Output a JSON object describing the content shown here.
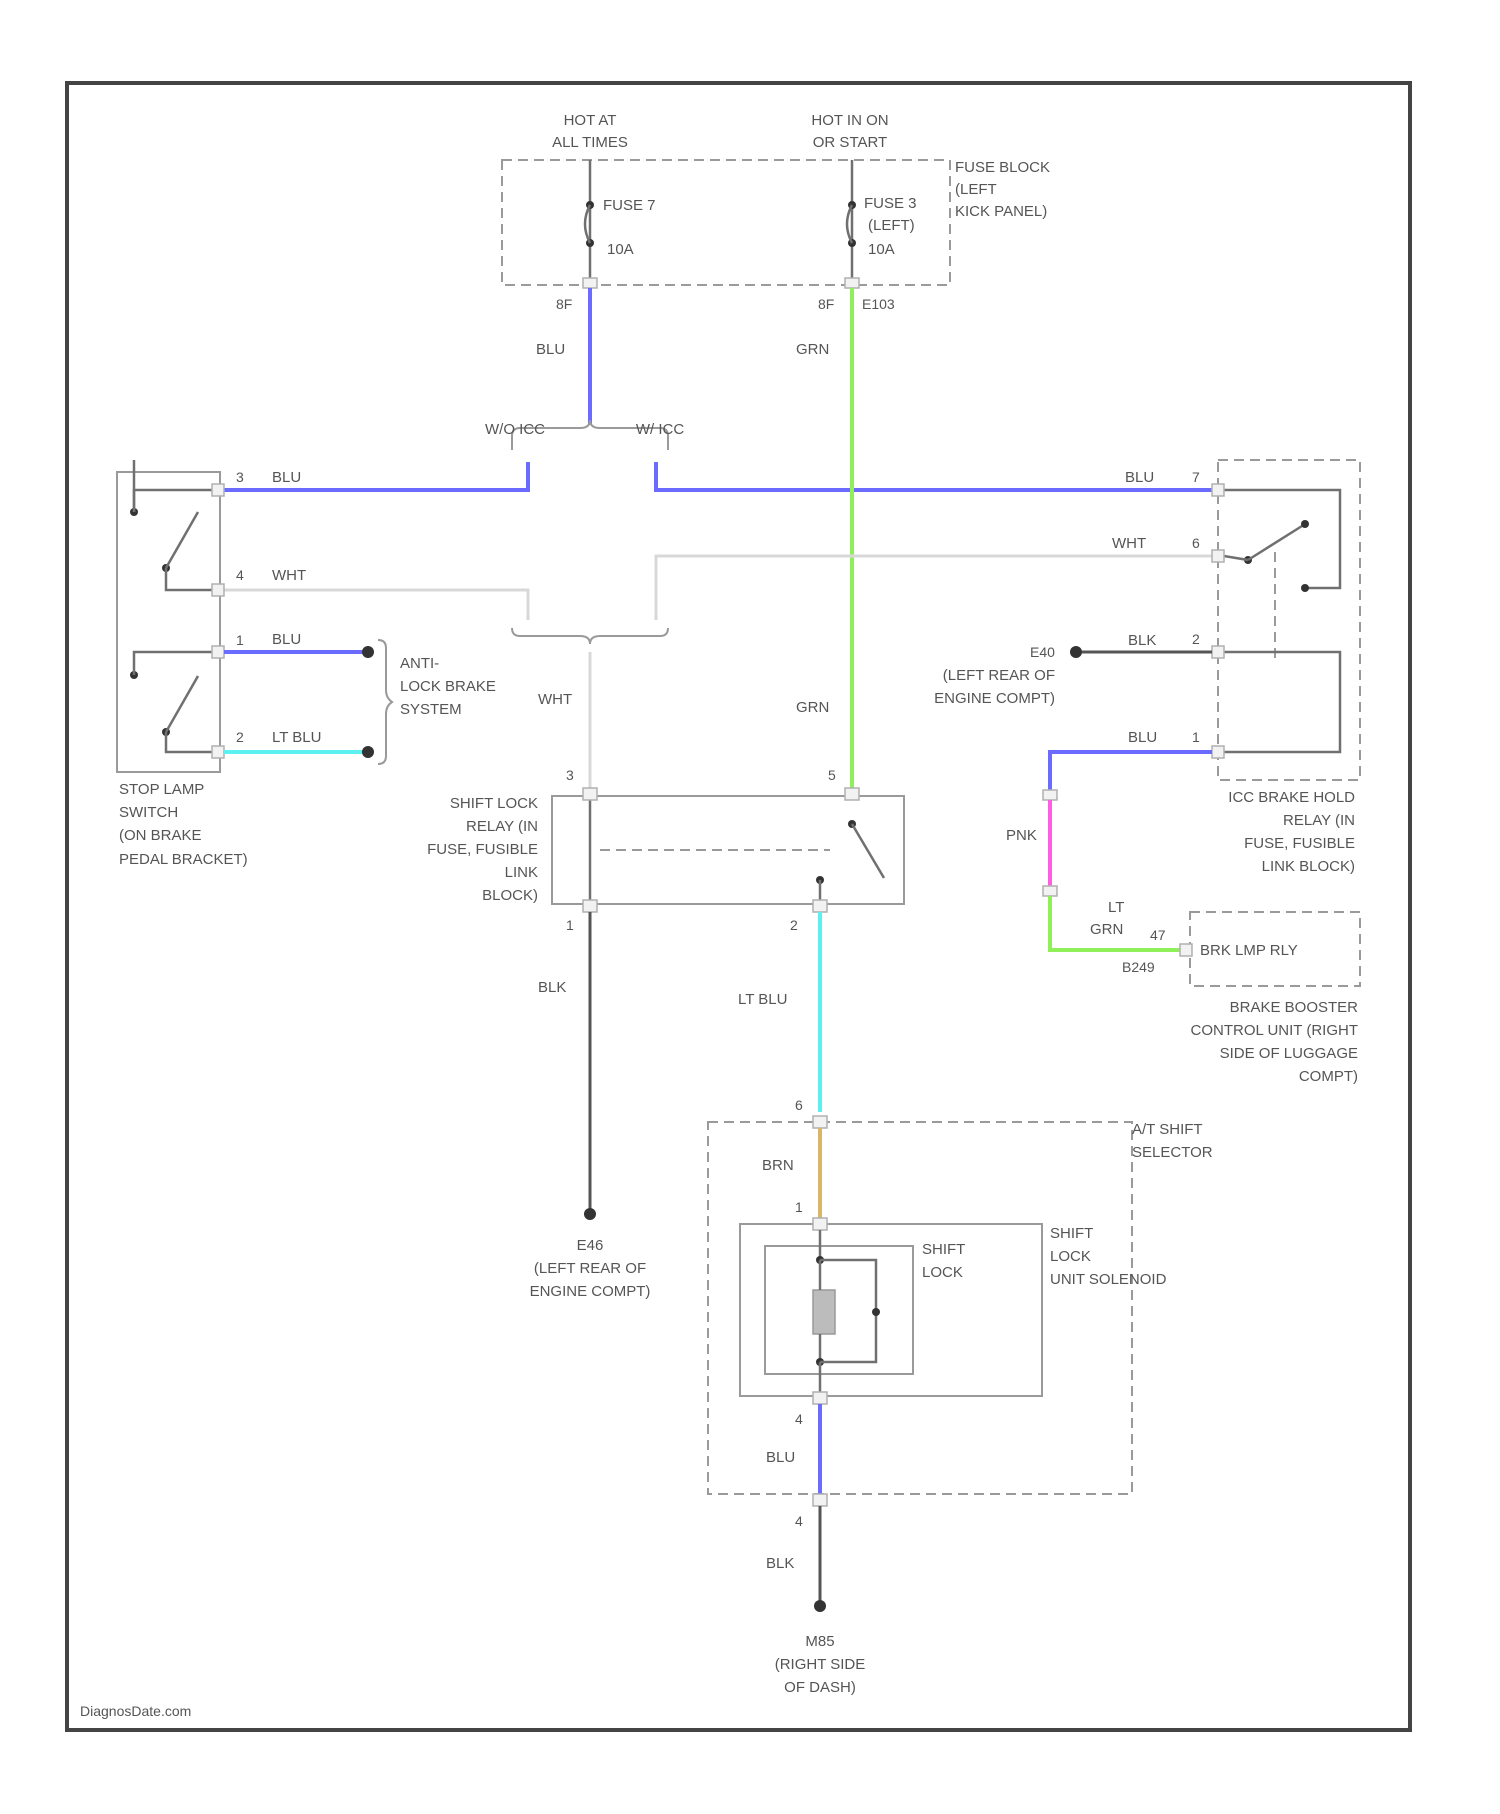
{
  "power": {
    "hot_at_all_times": [
      "HOT AT",
      "ALL TIMES"
    ],
    "hot_in_on": [
      "HOT IN ON",
      "OR START"
    ],
    "fuse_block": [
      "FUSE BLOCK",
      "(LEFT",
      "KICK PANEL)"
    ],
    "fuse7": "FUSE 7",
    "fuse7_rating": "10A",
    "fuse3": [
      "FUSE 3",
      "(LEFT)"
    ],
    "fuse3_rating": "10A",
    "pin_left": "8F",
    "pin_right": "8F",
    "pin_right_extra": "E103"
  },
  "wires": {
    "blu": "BLU",
    "grn": "GRN",
    "wht": "WHT",
    "blk": "BLK",
    "lt_blu": "LT BLU",
    "brn": "BRN",
    "pnk": "PNK",
    "lt_grn": [
      "LT",
      "GRN"
    ]
  },
  "splice": {
    "without_icc": "W/O ICC",
    "with_icc": "W/ ICC"
  },
  "stop_lamp_switch": {
    "label": [
      "STOP LAMP",
      "SWITCH",
      "(ON BRAKE",
      "PEDAL BRACKET)"
    ],
    "pins": [
      "3",
      "4",
      "1",
      "2"
    ]
  },
  "abs": {
    "label": [
      "ANTI-",
      "LOCK BRAKE",
      "SYSTEM"
    ]
  },
  "icc_relay": {
    "label": [
      "ICC BRAKE HOLD",
      "RELAY (IN",
      "FUSE, FUSIBLE",
      "LINK BLOCK)"
    ],
    "pins": [
      "7",
      "6",
      "2",
      "1"
    ],
    "ground_ref": "E40",
    "ground_label": [
      "(LEFT REAR OF",
      "ENGINE COMPT)"
    ]
  },
  "brake_booster": {
    "pin": "47",
    "connector": "B249",
    "inner": "BRK LMP RLY",
    "label": [
      "BRAKE BOOSTER",
      "CONTROL UNIT (RIGHT",
      "SIDE OF LUGGAGE",
      "COMPT)"
    ]
  },
  "shift_lock_relay": {
    "label": [
      "SHIFT LOCK",
      "RELAY (IN",
      "FUSE, FUSIBLE",
      "LINK",
      "BLOCK)"
    ],
    "pins": [
      "3",
      "5",
      "1",
      "2"
    ]
  },
  "ground_e46": {
    "ref": "E46",
    "label": [
      "(LEFT REAR OF",
      "ENGINE COMPT)"
    ]
  },
  "shift_selector": {
    "label": [
      "A/T SHIFT",
      "SELECTOR"
    ],
    "pins": [
      "6",
      "1",
      "4",
      "4"
    ],
    "unit": [
      "SHIFT",
      "LOCK",
      "UNIT SOLENOID"
    ],
    "inner": [
      "SHIFT",
      "LOCK"
    ]
  },
  "ground_m85": {
    "ref": "M85",
    "label": [
      "(RIGHT SIDE",
      "OF DASH)"
    ]
  },
  "watermark": "DiagnosDate.com",
  "colors": {
    "blue": "#6b6bff",
    "green": "#8ff05a",
    "cyan": "#5cf0f0",
    "tan": "#d9b56a",
    "pink": "#ff5ee0",
    "white_wire": "#d8d8d8",
    "black_wire": "#555555",
    "frame": "#444444"
  }
}
